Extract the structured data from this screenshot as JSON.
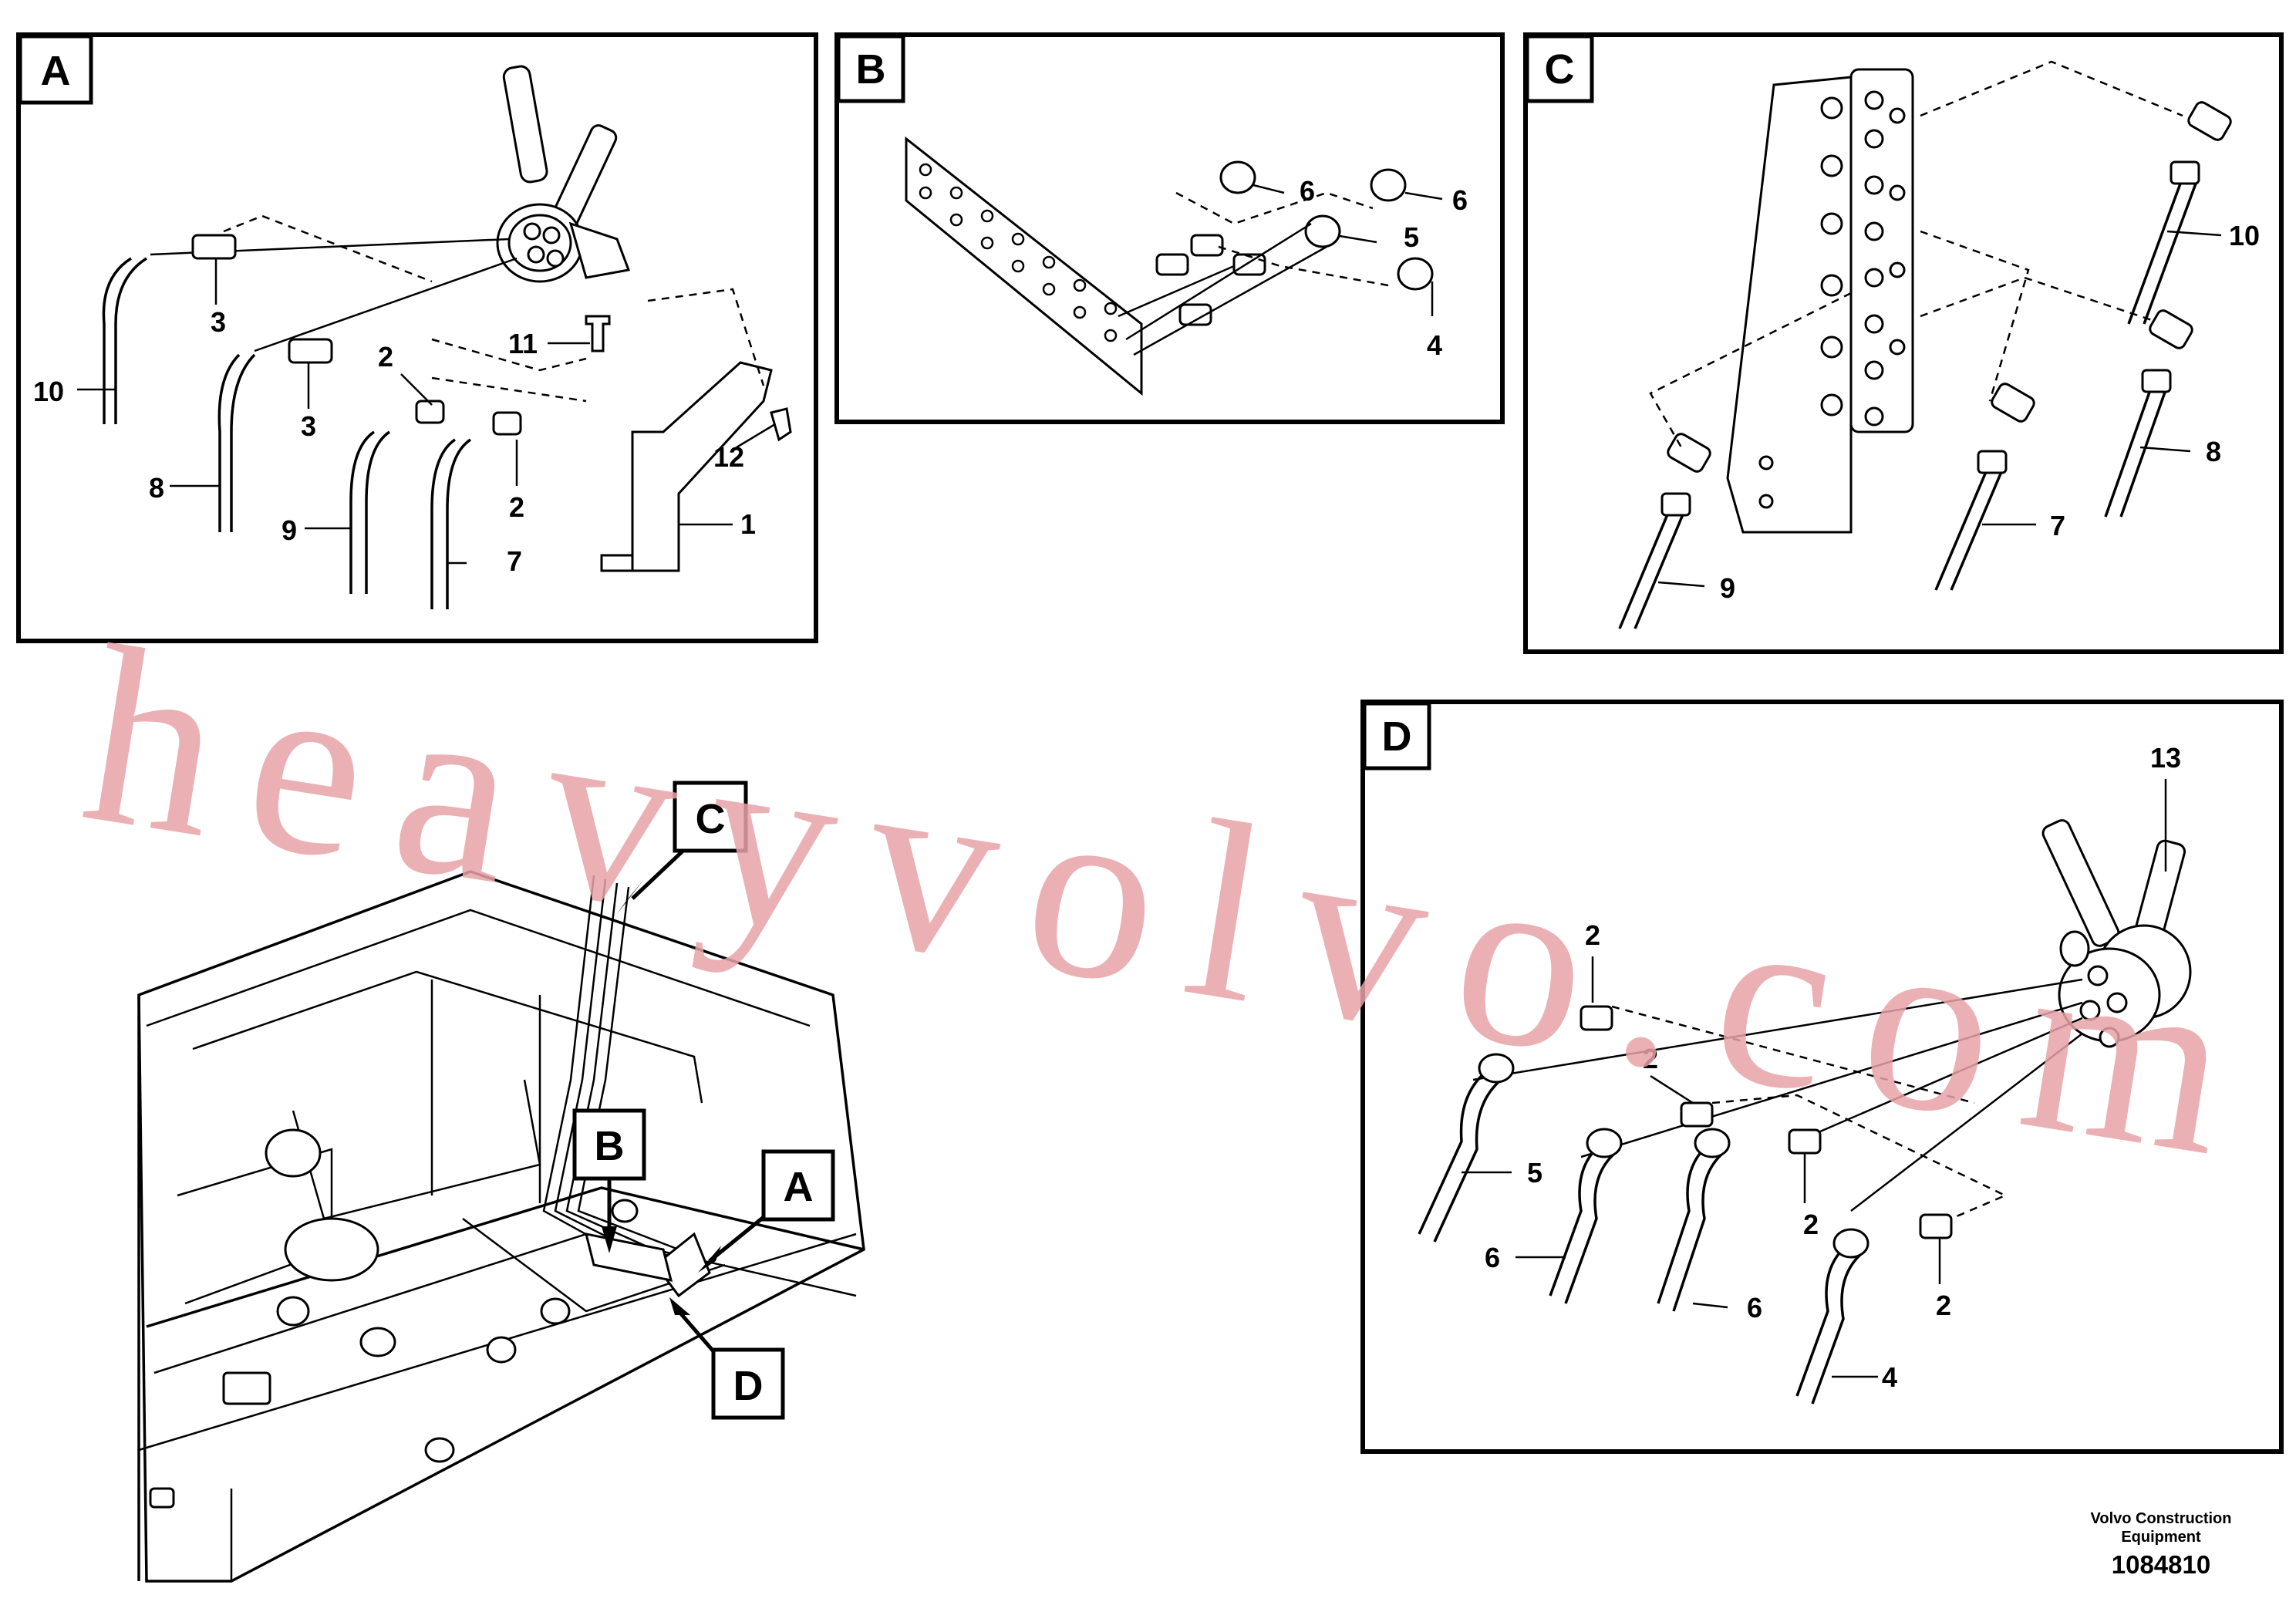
{
  "panels": {
    "A": {
      "letter": "A",
      "callouts": [
        "3",
        "10",
        "3",
        "8",
        "2",
        "9",
        "2",
        "7",
        "11",
        "12",
        "1"
      ]
    },
    "B": {
      "letter": "B",
      "callouts": [
        "6",
        "6",
        "5",
        "4"
      ]
    },
    "C": {
      "letter": "C",
      "callouts": [
        "10",
        "8",
        "7",
        "9"
      ]
    },
    "D": {
      "letter": "D",
      "callouts": [
        "13",
        "2",
        "2",
        "5",
        "2",
        "6",
        "6",
        "2",
        "4"
      ]
    }
  },
  "overview": {
    "refs": [
      "C",
      "B",
      "A",
      "D"
    ]
  },
  "watermark": "heavyvolvo.com",
  "footer": {
    "company_line1": "Volvo Construction",
    "company_line2": "Equipment",
    "doc_number": "1084810"
  },
  "colors": {
    "watermark": "#e8a3a8",
    "ink": "#000000"
  }
}
